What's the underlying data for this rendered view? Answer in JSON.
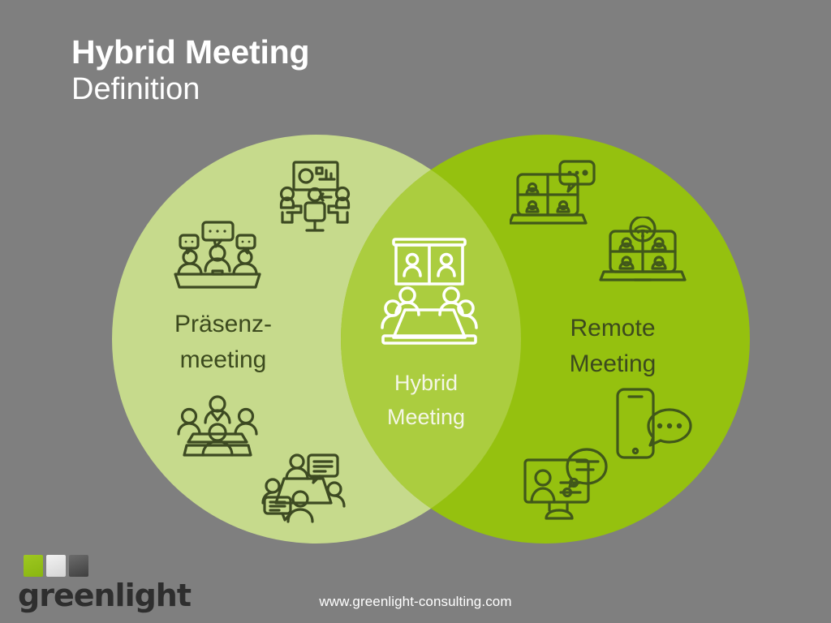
{
  "slide": {
    "background_color": "#7f7f7f",
    "title": "Hybrid Meeting",
    "subtitle": "Definition"
  },
  "venn": {
    "left_circle": {
      "name": "praesenzmeeting-circle",
      "fill": "#c6da8c",
      "label_lines": [
        "Präsenz-",
        "meeting"
      ],
      "text_color": "#3c4a1e"
    },
    "right_circle": {
      "name": "remote-meeting-circle",
      "fill": "#95c10f",
      "label_lines": [
        "Remote",
        "Meeting"
      ],
      "text_color": "#3c4a1e"
    },
    "overlap": {
      "name": "hybrid-meeting-overlap",
      "fill": "#abcd3f",
      "label_lines": [
        "Hybrid",
        "Meeting"
      ],
      "text_color": "#f4f6e6"
    }
  },
  "icons": {
    "left": [
      {
        "id": "presentation-meeting-icon",
        "title": "Presentation meeting with whiteboard"
      },
      {
        "id": "discussion-meeting-icon",
        "title": "People talking with speech bubbles"
      },
      {
        "id": "round-table-meeting-icon",
        "title": "Round table meeting"
      },
      {
        "id": "conference-table-icon",
        "title": "Conference table discussion"
      }
    ],
    "center": [
      {
        "id": "hybrid-meeting-icon",
        "title": "Screen with remote participants above meeting table"
      }
    ],
    "right": [
      {
        "id": "laptop-video-chat-icon",
        "title": "Laptop video call with chat bubble"
      },
      {
        "id": "laptop-wifi-call-icon",
        "title": "Laptop video call with wifi"
      },
      {
        "id": "smartphone-chat-icon",
        "title": "Smartphone with chat bubble"
      },
      {
        "id": "monitor-video-chat-icon",
        "title": "Desktop monitor video call with chat bubble"
      }
    ]
  },
  "footer": {
    "logo_word": "greenlight",
    "logo_squares": [
      {
        "name": "logo-square-green",
        "color": "#92c014"
      },
      {
        "name": "logo-square-white",
        "color": "#e8e8e8"
      },
      {
        "name": "logo-square-gray",
        "color": "#555555"
      }
    ],
    "url": "www.greenlight-consulting.com"
  }
}
